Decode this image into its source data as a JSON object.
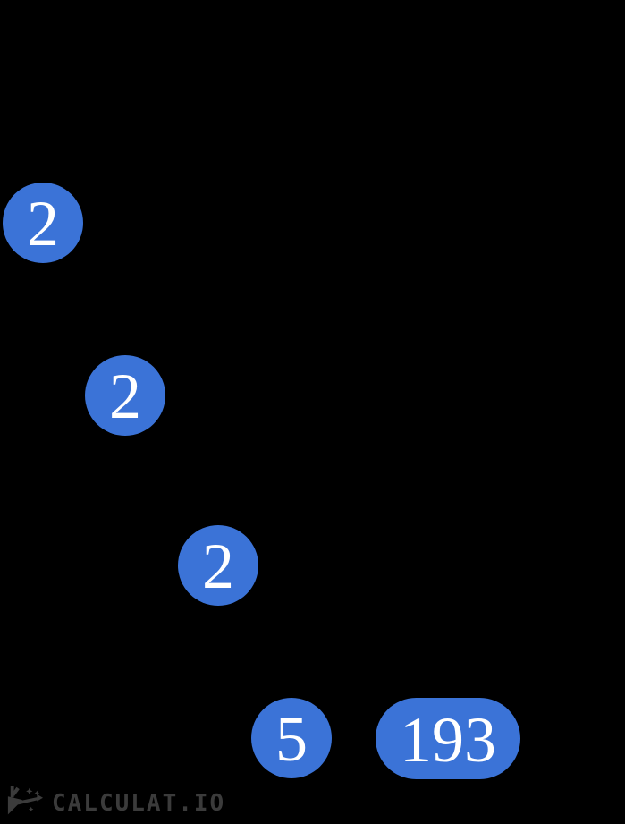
{
  "tree": {
    "factors": [
      {
        "label": "2",
        "shape": "circle"
      },
      {
        "label": "2",
        "shape": "circle"
      },
      {
        "label": "2",
        "shape": "circle"
      },
      {
        "label": "5",
        "shape": "circle"
      },
      {
        "label": "193",
        "shape": "pill"
      }
    ]
  },
  "watermark": {
    "text": "CALCULAT.IO",
    "icon": "slingshot-sparkles-icon"
  },
  "colors": {
    "background": "#000000",
    "node_fill": "#3B73D7",
    "node_text": "#FFFFFF",
    "watermark": "#3B3B3B"
  }
}
